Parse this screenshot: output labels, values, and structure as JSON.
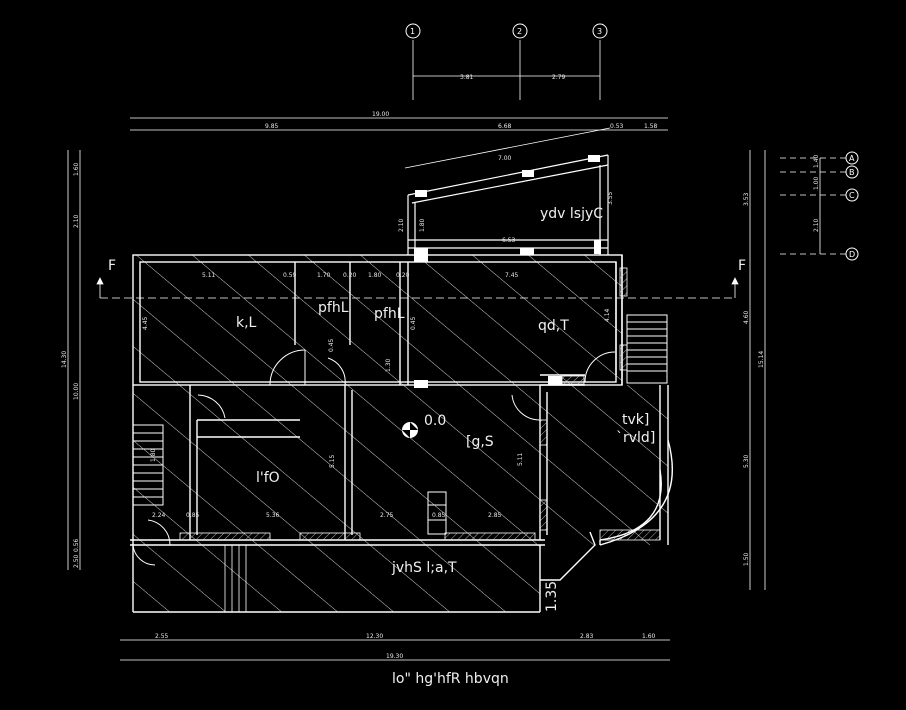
{
  "title": "lo\" hg'hfR hbvqn",
  "rooms": {
    "kl": "k,L",
    "phl_left": "pfhL",
    "phl_right": "pfhL",
    "qdt": "qd,T",
    "lfo": "l'fO",
    "gs": "[g,S",
    "tvk": "tvk]",
    "rvld": "`rvld]",
    "ydv": "ydv lsjyC",
    "jvhs": "jvhS l;a,T"
  },
  "level_mark": "0.0",
  "section_labels": {
    "left": "F",
    "right": "F"
  },
  "grid_top": [
    "1",
    "2",
    "3"
  ],
  "grid_right": [
    "A",
    "B",
    "C",
    "D"
  ],
  "dimensions": {
    "top_grid": [
      "3.81",
      "2.79"
    ],
    "top_total": "19.00",
    "top_parts": [
      "9.85",
      "6.68",
      "0.53",
      "1.58"
    ],
    "slope": "7.00",
    "slope_left": "2.10",
    "slope_mid": "1.80",
    "slope_right": "3.55",
    "roof_span": "6.53",
    "interior_top": [
      "5.11",
      "0.59",
      "1.70",
      "0.20",
      "1.80",
      "0.20",
      "7.45"
    ],
    "interior_v": [
      "4.45",
      "0.45",
      "1.30",
      "0.45",
      "4.14",
      "5.15",
      "5.11",
      "1.80"
    ],
    "left_stack": [
      "1.60",
      "2.10",
      "14.30",
      "10.00",
      "0.56",
      "2.50"
    ],
    "right_outer": [
      "3.53",
      "4.60",
      "15.14",
      "5.30",
      "1.50"
    ],
    "right_grid": [
      "1.40",
      "1.00",
      "2.10"
    ],
    "interior_bottom": [
      "2.24",
      "0.85",
      "5.36",
      "2.75",
      "0.85",
      "2.85"
    ],
    "bottom_parts": [
      "2.55",
      "12.30",
      "2.83",
      "1.60"
    ],
    "bottom_total": "19.30",
    "extra": "1.35"
  }
}
